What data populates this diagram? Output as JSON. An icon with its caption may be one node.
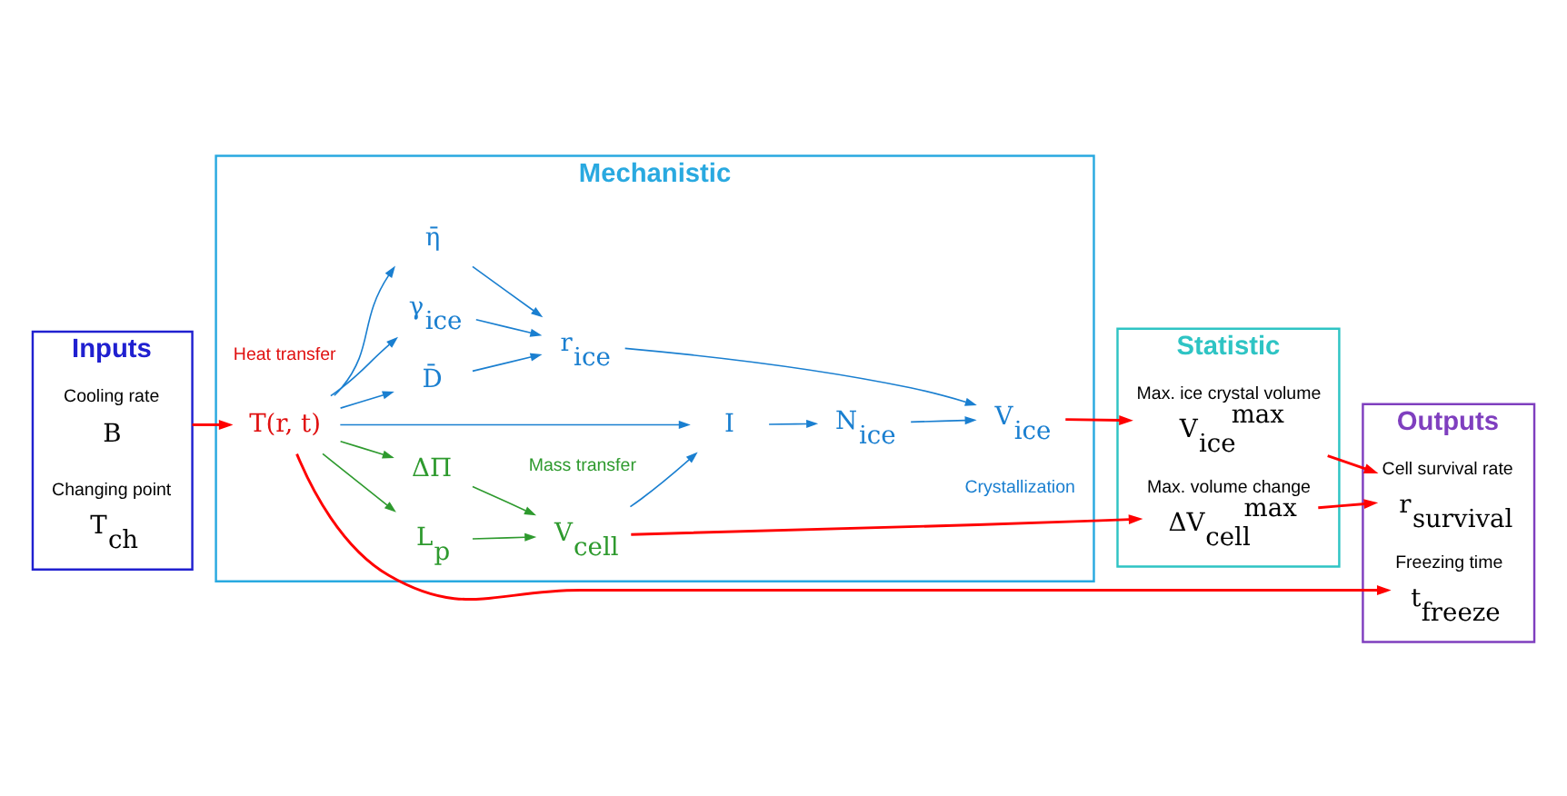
{
  "diagram": {
    "nodes": [
      {
        "text": [
          "Inputs"
        ]
      },
      {
        "text": [
          "Cooling rate",
          "B"
        ],
        "in": 0
      },
      {
        "text": [
          "Changing point",
          "T$_{ch}$"
        ],
        "in": 0
      },
      {
        "text": [
          "Mechanistic"
        ]
      },
      {
        "text": [
          "T(r, t)"
        ],
        "in": 3
      },
      {
        "text": [
          "L$_{p}$"
        ],
        "in": 3
      },
      {
        "text": [
          "ΔΠ"
        ],
        "in": 3
      },
      {
        "text": [
          "V$_{cell}$"
        ],
        "in": 3
      },
      {
        "text": [
          "I"
        ],
        "in": 3
      },
      {
        "text": [
          "N$_{ice}$"
        ],
        "in": 3
      },
      {
        "text": [
          "γ$_{ice}$"
        ],
        "in": 3
      },
      {
        "text": [
          "D̄"
        ],
        "in": 3
      },
      {
        "text": [
          "η̄"
        ],
        "in": 3
      },
      {
        "text": [
          "r$_{ice}$"
        ],
        "in": 3
      },
      {
        "text": [
          "V$_{ice}$"
        ],
        "in": 3
      },
      {
        "text": [
          "Statistic"
        ]
      },
      {
        "text": [
          "Max. volume change",
          "ΔV$_{cell}$$^{max}$"
        ],
        "in": 15
      },
      {
        "text": [
          "Max. ice crystal volume",
          "V$_{ice}$$^{max}$"
        ],
        "in": 15
      },
      {
        "text": [
          "Outputs"
        ]
      },
      {
        "text": [
          "Freezing time",
          "t$_{freeze}$"
        ],
        "in": 18
      },
      {
        "text": [
          "Cell survival rate",
          "r$_{survival}$"
        ],
        "in": 18
      }
    ],
    "edges": [
      {
        "from": 0,
        "to": 4,
        "arrow": "to",
        "color": "#ff0000"
      },
      {
        "from": 4,
        "to": 19,
        "arrow": "to",
        "color": "#ff0000"
      },
      {
        "from": 4,
        "to": 5,
        "arrow": "to",
        "color": "#2e9a2e"
      },
      {
        "from": 4,
        "to": 6,
        "arrow": "to",
        "color": "#2e9a2e"
      },
      {
        "from": 4,
        "to": 8,
        "arrow": "to"
      },
      {
        "from": 4,
        "to": 10,
        "arrow": "to"
      },
      {
        "from": 4,
        "to": 11,
        "arrow": "to"
      },
      {
        "from": 4,
        "to": 12,
        "arrow": "to"
      },
      {
        "from": 5,
        "to": 7,
        "arrow": "to",
        "color": "#2e9a2e"
      },
      {
        "from": 6,
        "to": 7,
        "arrow": "to",
        "color": "#2e9a2e"
      },
      {
        "from": 7,
        "to": 8,
        "arrow": "to"
      },
      {
        "from": 8,
        "to": 9,
        "arrow": "to"
      },
      {
        "from": 9,
        "to": 14,
        "arrow": "to"
      },
      {
        "from": 10,
        "to": 13,
        "arrow": "to"
      },
      {
        "from": 11,
        "to": 13,
        "arrow": "to"
      },
      {
        "from": 12,
        "to": 13,
        "arrow": "to"
      },
      {
        "from": 13,
        "to": 14,
        "arrow": "to"
      },
      {
        "from": 7,
        "to": 16,
        "arrow": "to",
        "color": "#ff0000"
      },
      {
        "from": 14,
        "to": 17,
        "arrow": "to",
        "color": "#ff0000"
      },
      {
        "from": 16,
        "to": 20,
        "arrow": "to",
        "color": "#ff0000"
      },
      {
        "from": 17,
        "to": 20,
        "arrow": "to",
        "color": "#ff0000"
      }
    ],
    "labels": [
      "Heat transfer",
      "Mass transfer",
      "Crystallization"
    ]
  }
}
